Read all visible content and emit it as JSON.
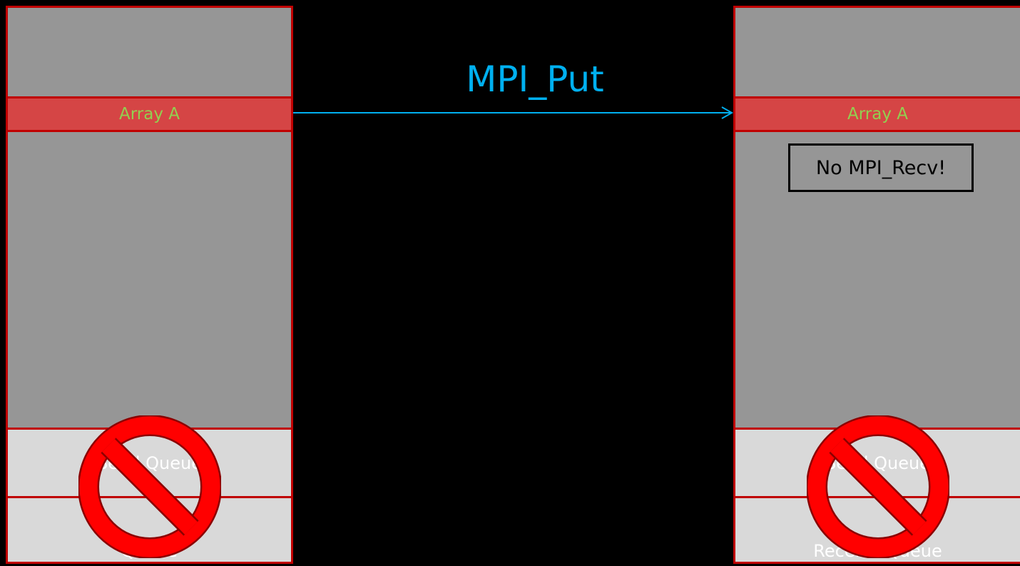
{
  "left_process": {
    "array_label": "Array A",
    "send_queue_label": "Send Queue",
    "recv_queue_label": "Queue"
  },
  "right_process": {
    "array_label": "Array A",
    "send_queue_label": "Send Queue",
    "recv_queue_label": "Receive Queue",
    "note": "No MPI_Recv!"
  },
  "operation": {
    "label": "MPI_Put"
  },
  "colors": {
    "background": "#000000",
    "process_fill": "#969696",
    "border": "#c00000",
    "array_fill": "#d54545",
    "array_text": "#92d050",
    "queue_fill": "#d9d9d9",
    "arrow": "#00b0f0",
    "prohibit": "#ff0000"
  },
  "icons": [
    "prohibited-sign-icon",
    "arrow-right-icon"
  ]
}
